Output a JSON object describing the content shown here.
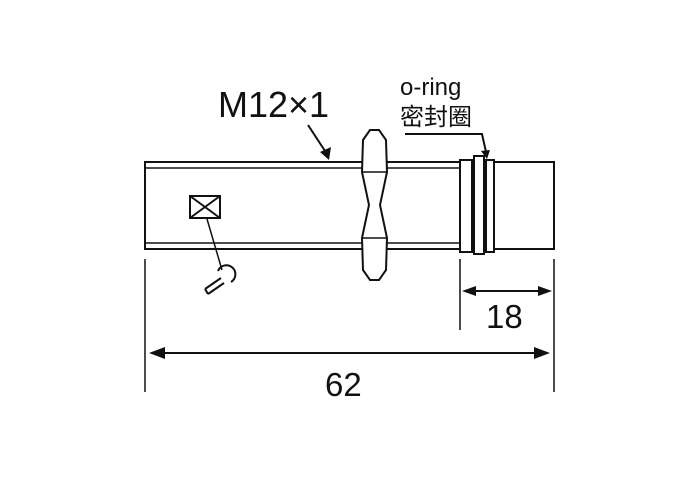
{
  "thread_label": "M12×1",
  "oring_label_en": "o-ring",
  "oring_label_cn": "密封圈",
  "dim_cap_length": "18",
  "dim_total_length": "62",
  "colors": {
    "line": "#111111",
    "background": "#ffffff"
  },
  "icons": [
    "indicator-led-icon",
    "wrench-icon"
  ]
}
